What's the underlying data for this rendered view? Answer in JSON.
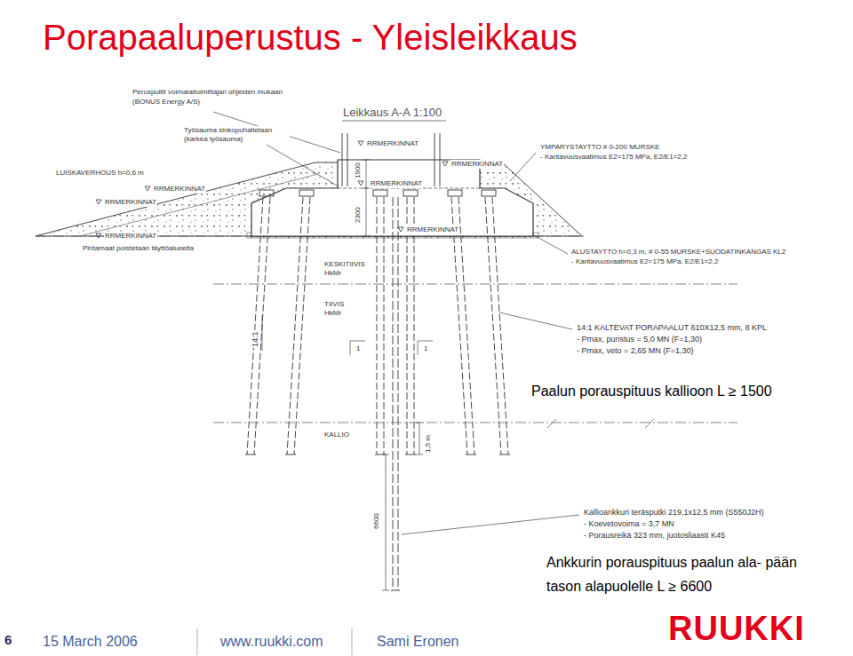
{
  "diagram": {
    "title": "Porapaaluperustus - Yleisleikkaus",
    "labels": [
      "Peruspultit voimalaitoimittajan ohjeiden mukaan (BONUS Energy A/S)",
      "Leikkaus A-A 1:100",
      "Työsauma sinkopuhalletaan (karkea työsauma)",
      "RRMERKINNAT",
      "YMPARYSTAYTTO # 0-200 MURSKE",
      "- Kantavuusvaatimus E2=175 MPa, E2/E1=2,2",
      "RRMERKINNAT",
      "LUISKAVERHOUS h=0,6 m",
      "1900",
      "RRMERKINNAT",
      "RRMERKINNAT",
      "RRMERKINNAT",
      "2300",
      "RRMERKINNAT",
      "RRMERKINNAT",
      "Pintamaat poistetaan täyttöalueelta",
      "ALUSTAYTTO h=0,3 m, # 0-55 MURSKE+SUODATINKANGAS KL2",
      "- Kantavuusvaatimus E2=175 MPa, E2/E1=2,2",
      "KESKITIIVIS",
      "HkMr",
      "TIIVIS",
      "HkMr",
      "14:1",
      "14:1 KALTEVAT PORAPAALUT 610X12,5 mm, 8 KPL",
      "- Pmax, puristus = 5,0 MN (F=1,30)",
      "- Pmax, veto = 2,65 MN (F=1,30)",
      "1",
      "1",
      "Paalun porauspituus kallioon L ≥ 1500",
      "KALLIO",
      "1,5 m",
      "6600",
      "Kallioankkuri teräsputki 219,1x12,5 mm (S550J2H)",
      "- Koevetovoima = 3,7 MN",
      "- Porausreikä 323 mm, juotosliaasti K45",
      "Ankkurin porauspituus paalun ala- pään tason alapuolelle L ≥ 6600",
      "6",
      "15 March 2006",
      "www.ruukki.com",
      "Sami Eronen",
      "RUUKKI"
    ]
  }
}
